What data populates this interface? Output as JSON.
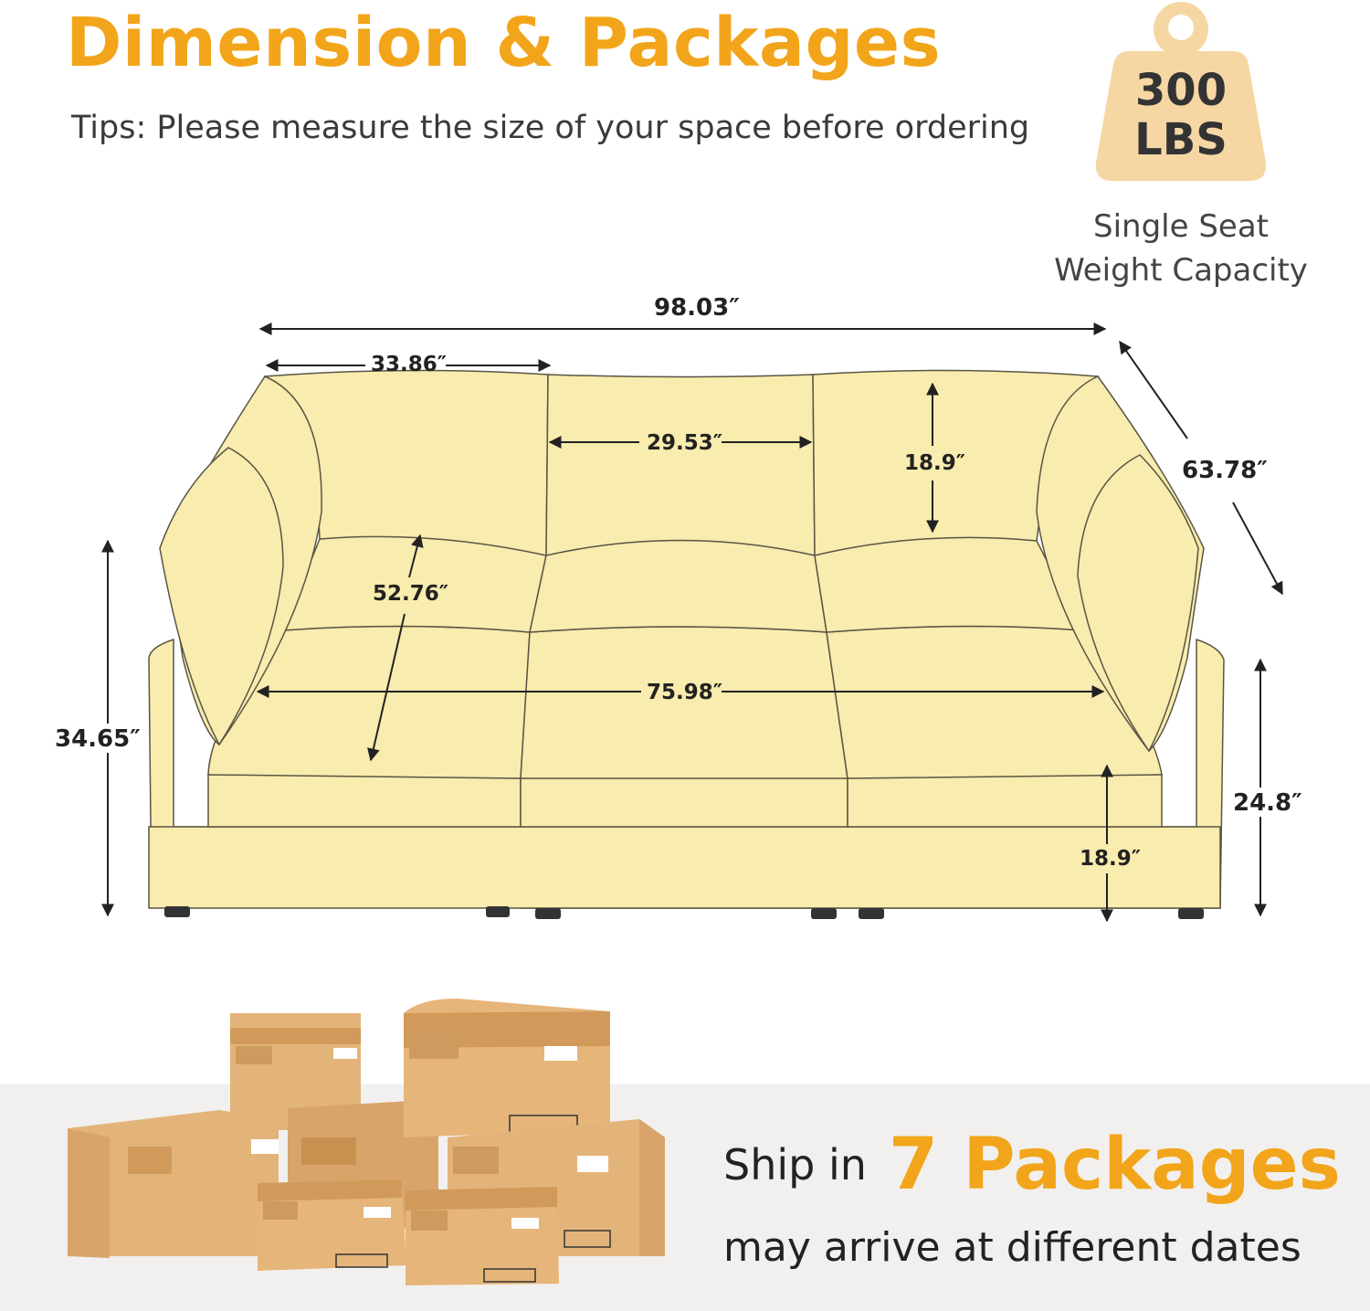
{
  "header": {
    "title": "Dimension & Packages",
    "tips": "Tips: Please measure the size of your space before ordering"
  },
  "weight_badge": {
    "value": "300",
    "unit": "LBS",
    "caption_line1": "Single Seat",
    "caption_line2": "Weight Capacity"
  },
  "dimensions": {
    "overall_width": "98.03″",
    "seat_module_width": "33.86″",
    "middle_seat_width": "29.53″",
    "backrest_height": "18.9″",
    "overall_depth": "63.78″",
    "seat_depth": "52.76″",
    "seating_width": "75.98″",
    "overall_height": "34.65″",
    "armrest_height": "24.8″",
    "seat_height": "18.9″"
  },
  "shipping": {
    "prefix": "Ship in",
    "count_text": "7 Packages",
    "note": "may arrive at different dates"
  },
  "colors": {
    "accent": "#f2a51a",
    "sofa_fill": "#f8ecae",
    "box_fill": "#e3b47a",
    "band": "#f2f0ee"
  }
}
